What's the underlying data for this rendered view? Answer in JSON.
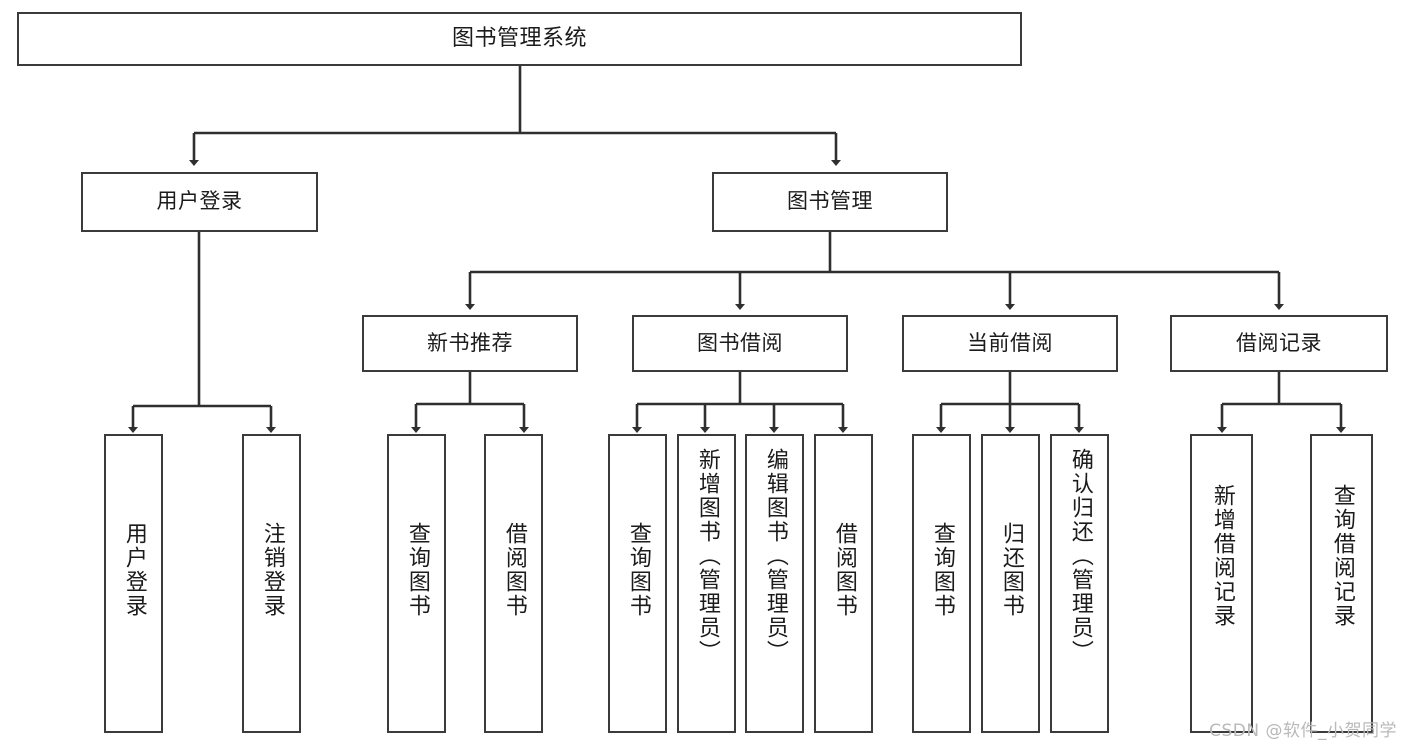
{
  "diagram": {
    "title": "图书管理系统",
    "watermark": "CSDN @软件_小贺同学",
    "colors": {
      "border": "#3b3b3b",
      "background": "#ffffff",
      "text": "#1b1b1b",
      "watermark": "#b9b9b9"
    },
    "root": {
      "label": "图书管理系统"
    },
    "level2": [
      {
        "label": "用户登录"
      },
      {
        "label": "图书管理"
      }
    ],
    "level3": [
      {
        "label": "新书推荐"
      },
      {
        "label": "图书借阅"
      },
      {
        "label": "当前借阅"
      },
      {
        "label": "借阅记录"
      }
    ],
    "leaves": {
      "user_login": [
        {
          "label": "用户登录"
        },
        {
          "label": "注销登录"
        }
      ],
      "new_book": [
        {
          "label": "查询图书"
        },
        {
          "label": "借阅图书"
        }
      ],
      "borrow_book": [
        {
          "label": "查询图书"
        },
        {
          "label": "新增图书（管理员）"
        },
        {
          "label": "编辑图书（管理员）"
        },
        {
          "label": "借阅图书"
        }
      ],
      "current_borrow": [
        {
          "label": "查询图书"
        },
        {
          "label": "归还图书"
        },
        {
          "label": "确认归还（管理员）"
        }
      ],
      "borrow_record": [
        {
          "label": "新增借阅记录"
        },
        {
          "label": "查询借阅记录"
        }
      ]
    }
  }
}
